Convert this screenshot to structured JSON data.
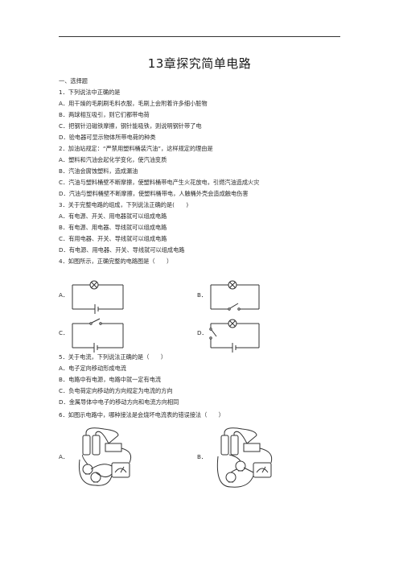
{
  "document": {
    "title": "13章探究简单电路",
    "section_heading": "一、选择题",
    "q1": {
      "stem": "1．下列说法中正确的是",
      "a": "A．用干燥的毛刷刷毛料衣服，毛刷上会附着许多细小脏物",
      "b": "B．两球相互吸引，则它们都带电荷",
      "c": "C．把钢针沿磁铁摩擦，钢针能吸铁，则说明钢针带了电",
      "d": "D．验电器可显示物体所带电荷的种类"
    },
    "q2": {
      "stem": "2．加油站规定：“严禁用塑料桶装汽油”，这样规定的理由是",
      "a": "A．塑料和汽油会起化学变化，使汽油变质",
      "b": "B．汽油会腐蚀塑料，造成漏油",
      "c": "C．汽油与塑料桶壁不断摩擦，使塑料桶带电产生火花放电，引燃汽油造成火灾",
      "d": "D．汽油与塑料桶壁不断摩擦，使塑料桶带电，人触桶外壳会造成触电伤害"
    },
    "q3": {
      "stem": "3．关于完整电路的组成，下列说法正确的是(　　)",
      "a": "A．有电源、开关、用电器就可以组成电路",
      "b": "B．有电源、用电器、导线就可以组成电路",
      "c": "C．有用电器、开关、导线就可以组成电路",
      "d": "D．有电源、用电器、开关、导线就可以组成电路"
    },
    "q4": {
      "stem": "4．如图所示，正确完整的电路图是（　　）",
      "a": "A．",
      "b": "B．",
      "c": "C．",
      "d": "D．"
    },
    "q5": {
      "stem": "5．关于电流，下列说法正确的是（　　）",
      "a": "A．电子定向移动形成电流",
      "b": "B．电路中有电源，电路中就一定有电流",
      "c": "C．负电荷定向移动的方向规定为电流的方向",
      "d": "D．金属导体中电子的移动方向和电流方向相同"
    },
    "q6": {
      "stem": "6．如图示电路中，哪种接法是会烧坏电流表的错误接法（　　）",
      "a": "A．",
      "b": "B．"
    }
  }
}
